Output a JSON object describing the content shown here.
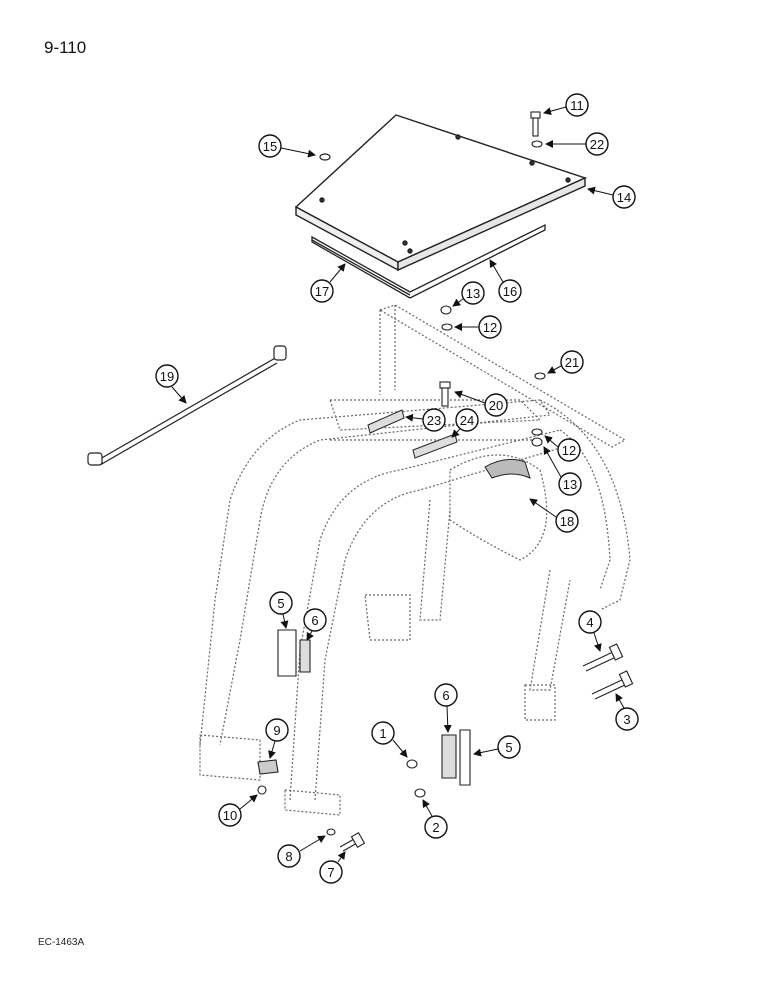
{
  "page_number": "9-110",
  "figure_id": "EC-1463A",
  "callouts": [
    "1",
    "2",
    "3",
    "4",
    "5",
    "6",
    "7",
    "8",
    "9",
    "10",
    "11",
    "12",
    "13",
    "14",
    "15",
    "16",
    "17",
    "18",
    "19",
    "20",
    "21",
    "22",
    "23",
    "24"
  ]
}
